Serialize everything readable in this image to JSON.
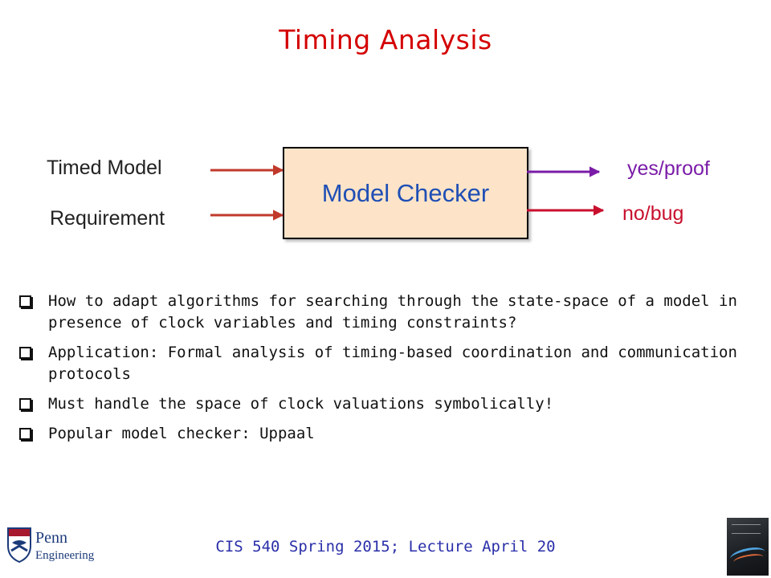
{
  "slide": {
    "title": "Timing Analysis"
  },
  "diagram": {
    "inputs": [
      "Timed Model",
      "Requirement"
    ],
    "processor": "Model Checker",
    "outputs": [
      "yes/proof",
      "no/bug"
    ]
  },
  "bullets": [
    "How to adapt algorithms for searching through the state-space of a model in presence of clock variables and timing constraints?",
    "Application: Formal analysis of timing-based coordination and communication protocols",
    "Must handle the space of clock valuations symbolically!",
    "Popular model checker: Uppaal"
  ],
  "footer": {
    "text": "CIS 540 Spring 2015;  Lecture April 20"
  },
  "logo": {
    "line1": "Penn",
    "line2": "Engineering"
  },
  "colors": {
    "title": "#d40000",
    "box_fill": "#fde4c8",
    "box_text": "#1f4fb5",
    "input_arrow": "#c0392b",
    "output_yes": "#7a1ca8",
    "output_no": "#c8102e",
    "footer": "#2a2fa8"
  }
}
